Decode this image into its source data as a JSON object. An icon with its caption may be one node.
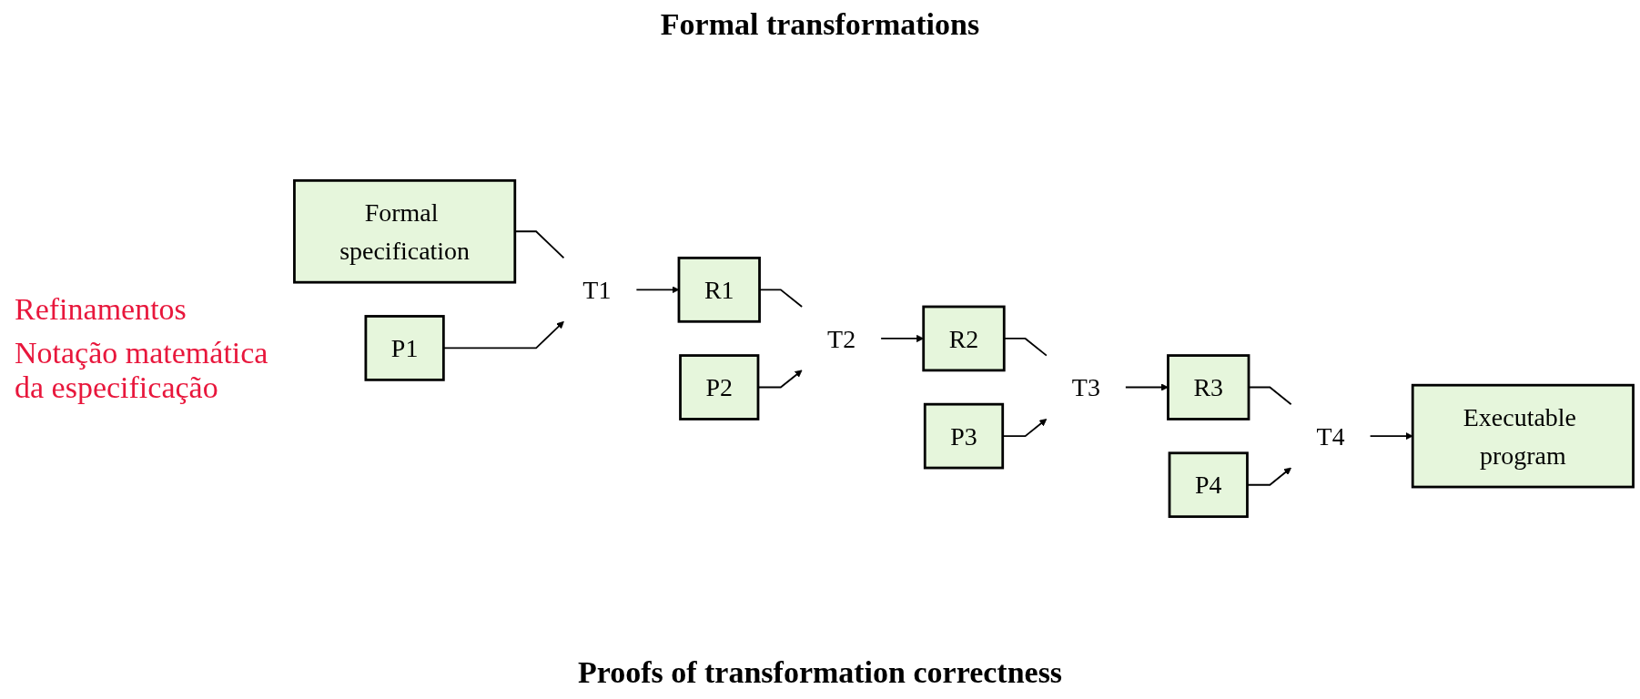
{
  "diagram": {
    "title": "Formal transformations",
    "caption": "Proofs of transformation correctness",
    "nodes": [
      {
        "text": [
          "T1"
        ]
      },
      {
        "text": [
          "T2"
        ]
      },
      {
        "text": [
          "T3"
        ]
      },
      {
        "text": [
          "T4"
        ]
      },
      {
        "text": [
          "Formal specification"
        ]
      },
      {
        "text": [
          "R1"
        ]
      },
      {
        "text": [
          "R2"
        ]
      },
      {
        "text": [
          "R3"
        ]
      },
      {
        "text": [
          "Executable program"
        ]
      },
      {
        "text": [
          "P1"
        ]
      },
      {
        "text": [
          "P2"
        ]
      },
      {
        "text": [
          "P3"
        ]
      },
      {
        "text": [
          "P4"
        ]
      }
    ],
    "edges": [
      {
        "from": 4,
        "to": 0,
        "arrow": "none"
      },
      {
        "from": 0,
        "to": 5,
        "arrow": "to"
      },
      {
        "from": 9,
        "to": 0,
        "arrow": "to"
      },
      {
        "from": 5,
        "to": 1,
        "arrow": "none"
      },
      {
        "from": 1,
        "to": 6,
        "arrow": "to"
      },
      {
        "from": 10,
        "to": 1,
        "arrow": "to"
      },
      {
        "from": 6,
        "to": 2,
        "arrow": "none"
      },
      {
        "from": 2,
        "to": 7,
        "arrow": "to"
      },
      {
        "from": 11,
        "to": 2,
        "arrow": "to"
      },
      {
        "from": 7,
        "to": 3,
        "arrow": "none"
      },
      {
        "from": 3,
        "to": 8,
        "arrow": "to"
      },
      {
        "from": 12,
        "to": 3,
        "arrow": "to"
      }
    ],
    "labels": [
      "Refinamentos",
      "Notação matemática da especificação"
    ]
  }
}
